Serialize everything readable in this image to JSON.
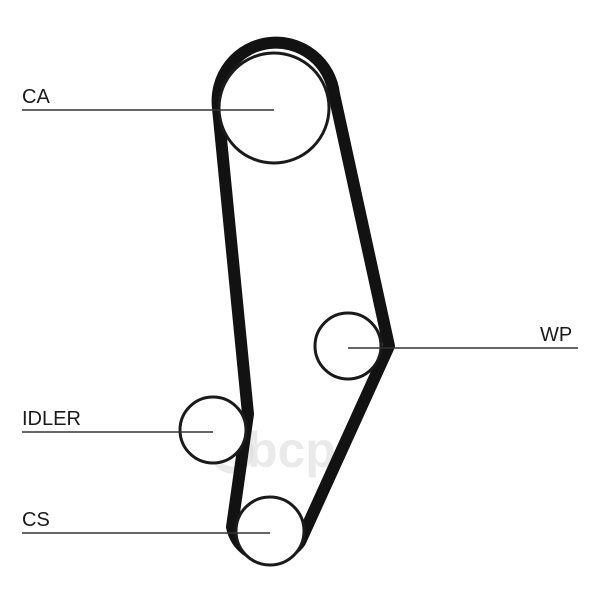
{
  "diagram": {
    "labels": {
      "ca": "CA",
      "wp": "WP",
      "idler": "IDLER",
      "cs": "CS"
    },
    "watermark": "obcp",
    "colors": {
      "belt": "#121212",
      "pulley": "#1a1a1a",
      "line": "#333333",
      "watermark": "#d9d9d9"
    }
  }
}
